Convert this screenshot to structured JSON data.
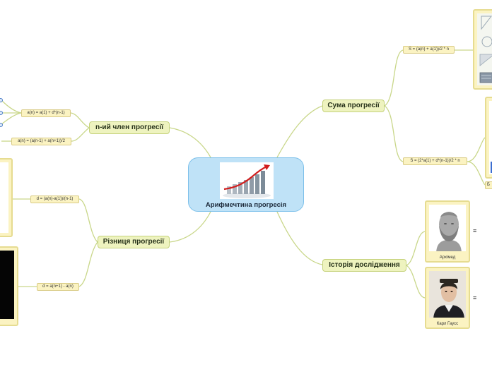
{
  "central": {
    "title": "Арифмечтина прогресія"
  },
  "topics": {
    "nth_term": "n-ий член прогресії",
    "difference": "Різниця прогресії",
    "sum": "Сума прогресії",
    "history": "Історія дослідження"
  },
  "formulas": {
    "nth_1": "a(n) = a(1) + d*(n-1)",
    "nth_2": "a(n) = (a(n-1) + a(n+1))/2",
    "diff_1": "d = (a(n)-a(1))/(n-1)",
    "diff_2": "d = a(n+1) - a(n)",
    "sum_1": "S = (a(n) + a(1))/2 * n",
    "sum_2": "S = (2*a(1) + d*(n-1))/2 * n"
  },
  "people": {
    "archimedes": "Архімед",
    "gauss": "Карл Гаусс"
  },
  "cropped_label": "Б",
  "note_icon": "≡",
  "colors": {
    "central_fill": "#bfe2f7",
    "topic_fill": "#eef3bf",
    "formula_fill": "#fbf3c2",
    "connector": "#c9d78a"
  }
}
